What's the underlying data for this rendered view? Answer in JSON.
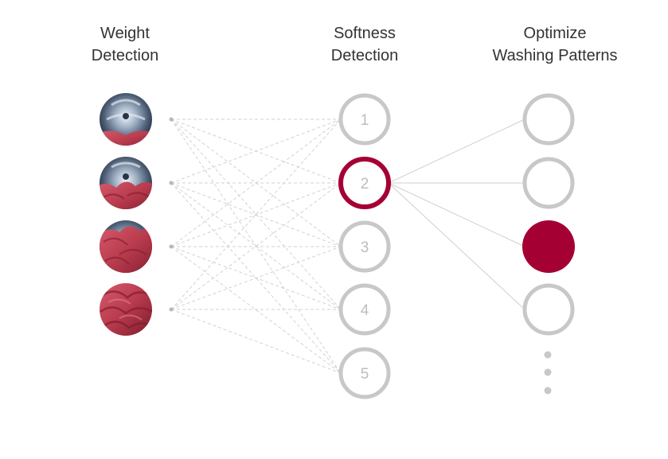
{
  "headings": {
    "weight": {
      "line1": "Weight",
      "line2": "Detection"
    },
    "softness": {
      "line1": "Softness",
      "line2": "Detection"
    },
    "patterns": {
      "line1": "Optimize",
      "line2": "Washing Patterns"
    }
  },
  "softness_nodes": [
    "1",
    "2",
    "3",
    "4",
    "5"
  ],
  "active_softness": "2",
  "active_pattern_index": 2,
  "colors": {
    "accent": "#a50034",
    "ring": "#c8c8c8",
    "number": "#bdbdbd",
    "dashed_line": "#d2d2d2",
    "solid_line": "#cfcfcf",
    "dot": "#b8b8b8"
  }
}
